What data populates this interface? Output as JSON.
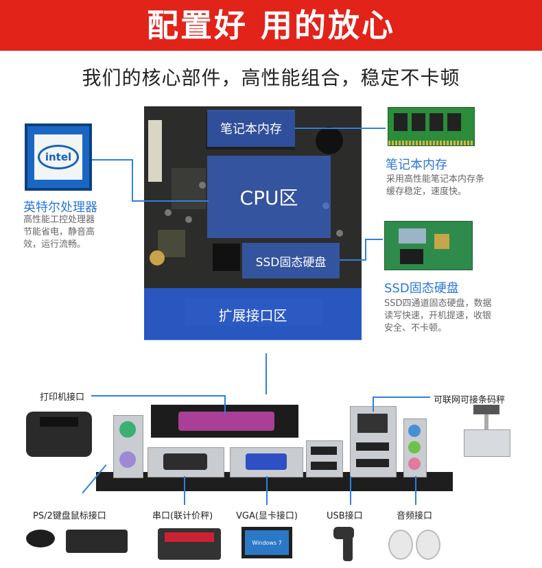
{
  "banner": {
    "title": "配置好 用的放心"
  },
  "subtitle": "我们的核心部件，高性能组合，稳定不卡顿",
  "board_zones": {
    "ram": "笔记本内存",
    "cpu": "CPU区",
    "ssd": "SSD固态硬盘",
    "expansion": "扩展接口区"
  },
  "intel_logo": "intel",
  "features": {
    "cpu": {
      "title": "英特尔处理器",
      "desc": [
        "高性能工控处理器",
        "节能省电，静音高",
        "效，运行流畅。"
      ]
    },
    "ram": {
      "title": "笔记本内存",
      "desc": [
        "采用高性能笔记本内存条",
        "缓存稳定，速度快。"
      ]
    },
    "ssd": {
      "title": "SSD固态硬盘",
      "desc": [
        "SSD四通道固态硬盘，数据",
        "读写快速，开机提速，收银",
        "安全、不卡顿。"
      ]
    }
  },
  "ports": {
    "printer": "打印机接口",
    "network": "可联网可接条码秤",
    "ps2": "PS/2键盘鼠标接口",
    "serial": "串口(联计价秤)",
    "vga": "VGA(显卡接口)",
    "usb": "USB接口",
    "audio": "音频接口"
  },
  "monitor_text": "Windows 7",
  "colors": {
    "banner": "#e2231a",
    "accent": "#2a77d8",
    "line": "#2f7fe0"
  }
}
